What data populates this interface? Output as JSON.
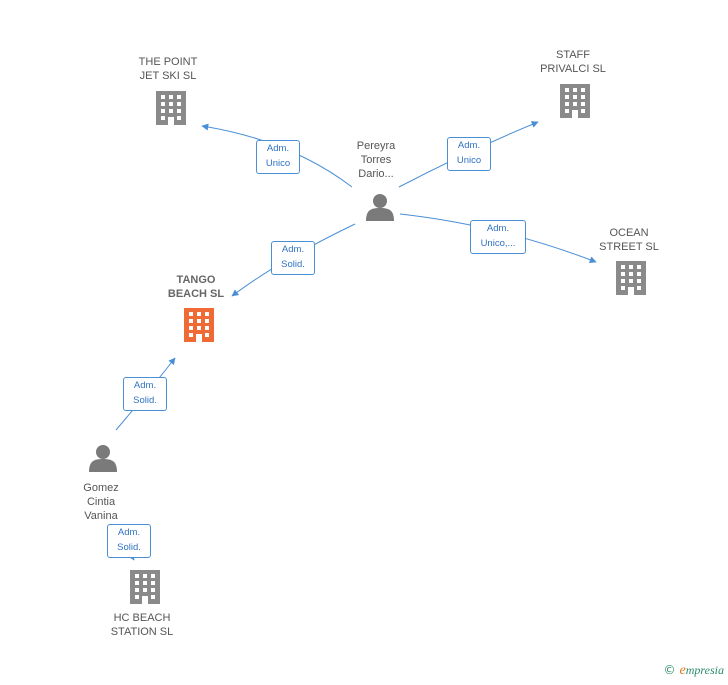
{
  "colors": {
    "edge": "#4a8fd6",
    "building": "#8a8a8a",
    "building_main": "#f06a35",
    "person": "#7a7a7a"
  },
  "nodes": {
    "the_point": {
      "label": "THE POINT\nJET SKI  SL",
      "icon": "building-icon"
    },
    "staff": {
      "label": "STAFF\nPRIVALCI SL",
      "icon": "building-icon"
    },
    "pereyra": {
      "label": "Pereyra\nTorres\nDario...",
      "icon": "person-icon"
    },
    "tango": {
      "label": "TANGO\nBEACH  SL",
      "icon": "building-icon"
    },
    "ocean": {
      "label": "OCEAN\nSTREET  SL",
      "icon": "building-icon"
    },
    "gomez": {
      "label": "Gomez\nCintia\nVanina",
      "icon": "person-icon"
    },
    "hc": {
      "label": "HC BEACH\nSTATION  SL",
      "icon": "building-icon"
    }
  },
  "edges": {
    "e1": "Adm.\nUnico",
    "e2": "Adm.\nUnico",
    "e3": "Adm.\nSolid.",
    "e4": "Adm.\nUnico,...",
    "e5": "Adm.\nSolid.",
    "e6": "Adm.\nSolid."
  },
  "brand": {
    "copyright": "©",
    "name": "mpresia",
    "initial": "e"
  }
}
